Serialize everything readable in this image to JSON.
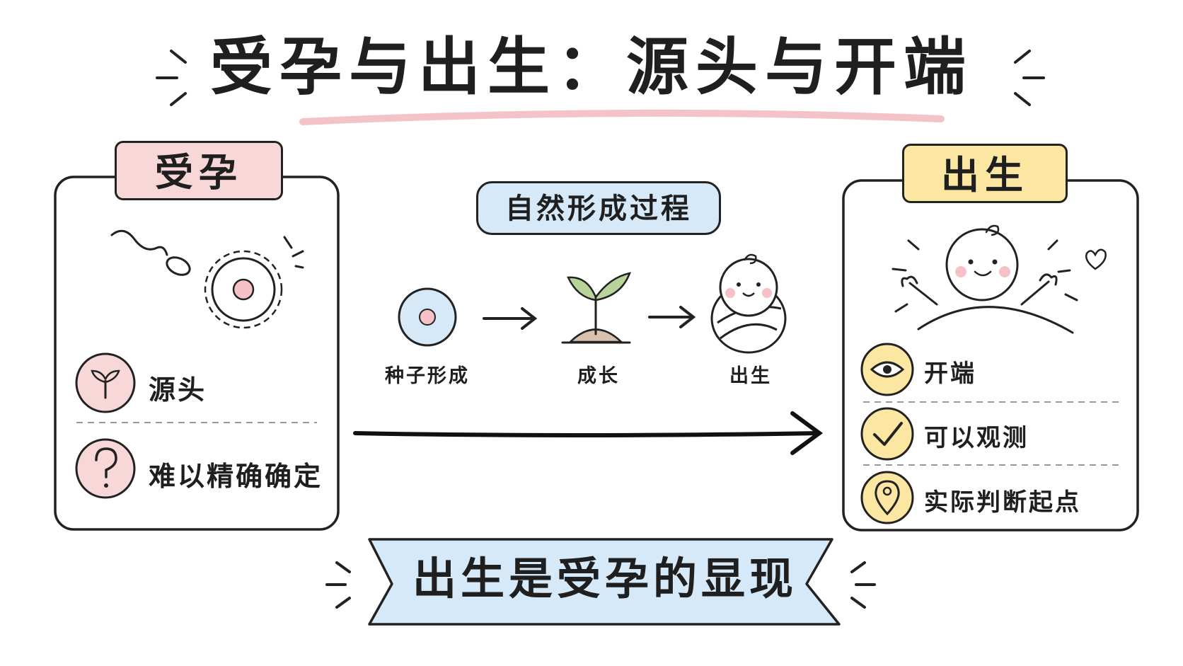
{
  "title": "受孕与出生：源头与开端",
  "left_card": {
    "tab": "受孕",
    "rows": [
      {
        "label": "源头",
        "icon": "sprout-icon"
      },
      {
        "label": "难以精确确定",
        "icon": "question-mark-icon"
      }
    ]
  },
  "middle": {
    "pill": "自然形成过程",
    "stages": [
      {
        "label": "种子形成",
        "icon": "egg-cell-icon"
      },
      {
        "label": "成长",
        "icon": "seedling-icon"
      },
      {
        "label": "出生",
        "icon": "swaddled-baby-icon"
      }
    ]
  },
  "right_card": {
    "tab": "出生",
    "rows": [
      {
        "label": "开端",
        "icon": "eye-icon"
      },
      {
        "label": "可以观测",
        "icon": "checkmark-icon"
      },
      {
        "label": "实际判断起点",
        "icon": "location-pin-icon"
      }
    ]
  },
  "banner": "出生是受孕的显现",
  "colors": {
    "pink": "#f8d7d8",
    "yellow": "#fbe6a2",
    "blue": "#d5e9f8",
    "ink": "#222222"
  }
}
